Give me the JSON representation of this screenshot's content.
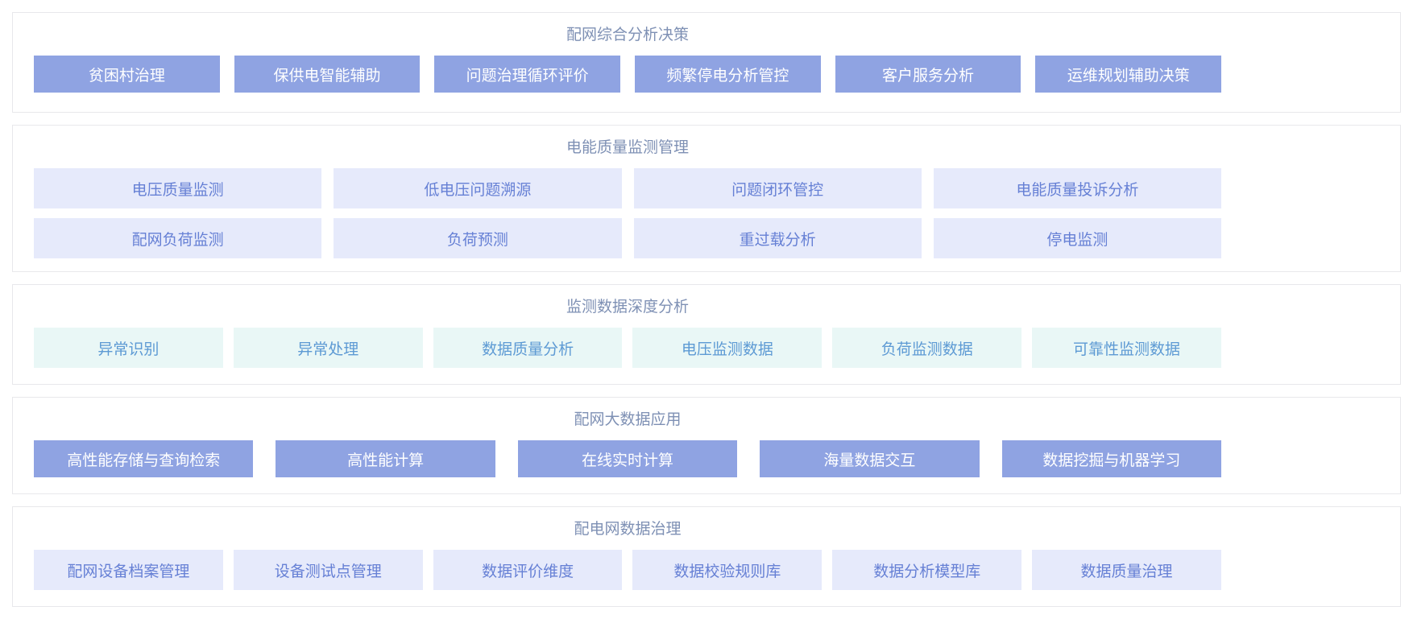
{
  "colors": {
    "page-bg": "#ffffff",
    "panel-border": "#e8e8eb",
    "title-color": "#7e90b4",
    "solid-bg": "#8fa3e2",
    "solid-text": "#ffffff",
    "lavender-bg": "#e6eafb",
    "lavender-text": "#6680d5",
    "mint-bg": "#e9f7f6",
    "mint-text": "#5d9ad4"
  },
  "sections": [
    {
      "title": "配网综合分析决策",
      "style": "solid",
      "rows": [
        [
          "贫困村治理",
          "保供电智能辅助",
          "问题治理循环评价",
          "频繁停电分析管控",
          "客户服务分析",
          "运维规划辅助决策"
        ]
      ]
    },
    {
      "title": "电能质量监测管理",
      "style": "lavender",
      "rows": [
        [
          "电压质量监测",
          "低电压问题溯源",
          "问题闭环管控",
          "电能质量投诉分析"
        ],
        [
          "配网负荷监测",
          "负荷预测",
          "重过载分析",
          "停电监测"
        ]
      ]
    },
    {
      "title": "监测数据深度分析",
      "style": "mint",
      "rows": [
        [
          "异常识别",
          "异常处理",
          "数据质量分析",
          "电压监测数据",
          "负荷监测数据",
          "可靠性监测数据"
        ]
      ]
    },
    {
      "title": "配网大数据应用",
      "style": "solid",
      "rows": [
        [
          "高性能存储与查询检索",
          "高性能计算",
          "在线实时计算",
          "海量数据交互",
          "数据挖掘与机器学习"
        ]
      ]
    },
    {
      "title": "配电网数据治理",
      "style": "lavender",
      "rows": [
        [
          "配网设备档案管理",
          "设备测试点管理",
          "数据评价维度",
          "数据校验规则库",
          "数据分析模型库",
          "数据质量治理"
        ]
      ]
    }
  ]
}
